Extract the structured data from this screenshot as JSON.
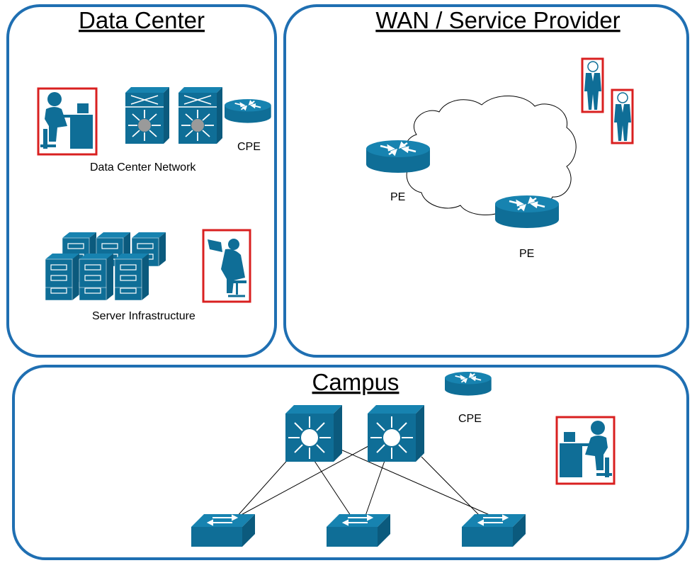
{
  "panels": {
    "data_center": {
      "title": "Data Center",
      "cpe_label": "CPE",
      "network_label": "Data Center Network",
      "server_label": "Server Infrastructure"
    },
    "wan": {
      "title": "WAN / Service Provider",
      "pe1_label": "PE",
      "pe2_label": "PE"
    },
    "campus": {
      "title": "Campus",
      "cpe_label": "CPE"
    }
  },
  "colors": {
    "panel_border": "#1f6fb2",
    "device": "#0f6e97",
    "highlight_box": "#d92020"
  },
  "icons": [
    "person-at-desk-icon",
    "nexus-switch-icon",
    "router-icon",
    "file-server-icon",
    "person-with-laptop-icon",
    "person-standing-icon",
    "cloud-icon",
    "layer3-switch-icon",
    "workgroup-switch-icon"
  ]
}
